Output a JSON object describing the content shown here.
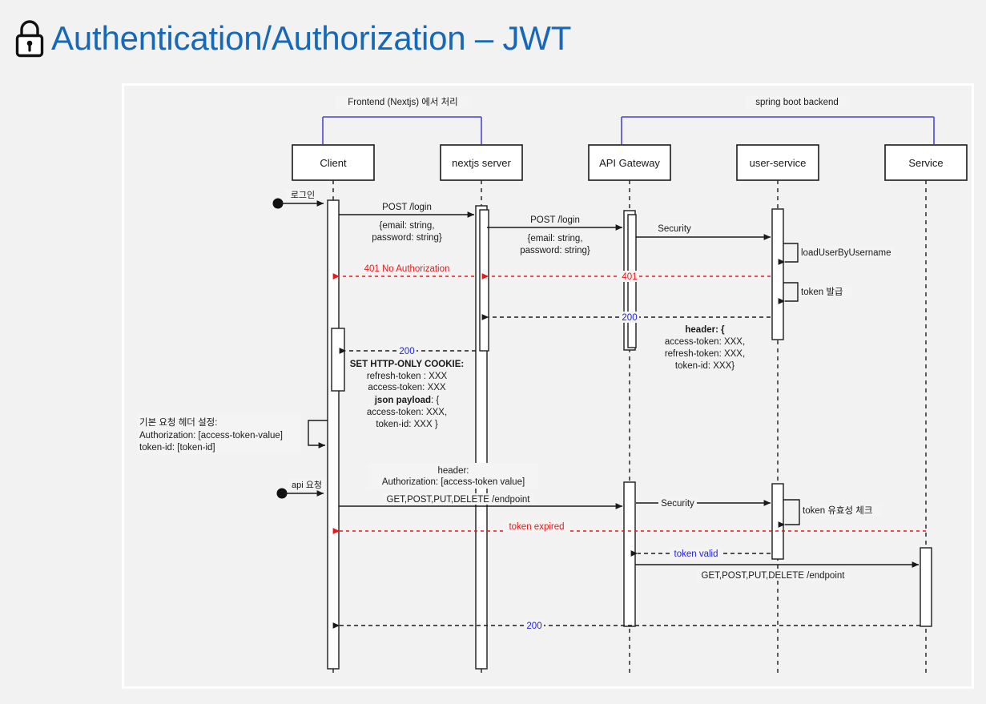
{
  "page": {
    "title": "Authentication/Authorization – JWT",
    "lock_icon": "lock-icon",
    "title_color": "#1668b8",
    "background": "#f2f2f2"
  },
  "diagram": {
    "type": "sequence-diagram",
    "groups": [
      {
        "label": "Frontend (Nextjs) 에서 처리",
        "color": "#5b5bdc"
      },
      {
        "label": "spring boot backend",
        "color": "#5b5bdc"
      }
    ],
    "participants": [
      {
        "name": "Client"
      },
      {
        "name": "nextjs server"
      },
      {
        "name": "API Gateway"
      },
      {
        "name": "user-service"
      },
      {
        "name": "Service"
      }
    ],
    "messages": [
      {
        "label": "로그인",
        "kind": "actor-start",
        "color": "#1a1a1a"
      },
      {
        "label": "POST /login",
        "kind": "sync",
        "color": "#1a1a1a"
      },
      {
        "label": "{email: string,",
        "kind": "note",
        "color": "#1a1a1a"
      },
      {
        "label": "password: string}",
        "kind": "note",
        "color": "#1a1a1a"
      },
      {
        "label": "POST /login",
        "kind": "sync",
        "color": "#1a1a1a"
      },
      {
        "label": "{email: string,",
        "kind": "note",
        "color": "#1a1a1a"
      },
      {
        "label": "password: string}",
        "kind": "note",
        "color": "#1a1a1a"
      },
      {
        "label": "Security",
        "kind": "sync",
        "color": "#1a1a1a"
      },
      {
        "label": "loadUserByUsername",
        "kind": "self",
        "color": "#1a1a1a"
      },
      {
        "label": "401 No Authorization",
        "kind": "return-error",
        "color": "#e8191b"
      },
      {
        "label": "401",
        "kind": "return-error",
        "color": "#e8191b"
      },
      {
        "label": "token 발급",
        "kind": "self",
        "color": "#1a1a1a"
      },
      {
        "label": "200",
        "kind": "return",
        "color": "#2222dd"
      },
      {
        "label": "header: {",
        "kind": "note-bold",
        "color": "#1a1a1a"
      },
      {
        "label": "access-token: XXX,",
        "kind": "note",
        "color": "#1a1a1a"
      },
      {
        "label": "refresh-token: XXX,",
        "kind": "note",
        "color": "#1a1a1a"
      },
      {
        "label": "token-id: XXX}",
        "kind": "note",
        "color": "#1a1a1a"
      },
      {
        "label": "200",
        "kind": "return",
        "color": "#2222dd"
      },
      {
        "label": "SET HTTP-ONLY COOKIE:",
        "kind": "note-bold",
        "color": "#1a1a1a"
      },
      {
        "label": "refresh-token : XXX",
        "kind": "note",
        "color": "#1a1a1a"
      },
      {
        "label": "access-token: XXX",
        "kind": "note",
        "color": "#1a1a1a"
      },
      {
        "label": "json payload: {",
        "kind": "note-bold",
        "color": "#1a1a1a"
      },
      {
        "label": "access-token: XXX,",
        "kind": "note",
        "color": "#1a1a1a"
      },
      {
        "label": "token-id: XXX }",
        "kind": "note",
        "color": "#1a1a1a"
      },
      {
        "label": "기본 요청 헤더 설정:",
        "kind": "note",
        "color": "#1a1a1a"
      },
      {
        "label": "Authorization:  [access-token-value]",
        "kind": "note",
        "color": "#1a1a1a"
      },
      {
        "label": "token-id: [token-id]",
        "kind": "note",
        "color": "#1a1a1a"
      },
      {
        "label": "api 요청",
        "kind": "actor-start",
        "color": "#1a1a1a"
      },
      {
        "label": "header:",
        "kind": "note",
        "color": "#1a1a1a"
      },
      {
        "label": "Authorization: [access-token value]",
        "kind": "note",
        "color": "#1a1a1a"
      },
      {
        "label": "GET,POST,PUT,DELETE /endpoint",
        "kind": "sync",
        "color": "#1a1a1a"
      },
      {
        "label": "Security",
        "kind": "sync",
        "color": "#1a1a1a"
      },
      {
        "label": "token 유효성 체크",
        "kind": "self",
        "color": "#1a1a1a"
      },
      {
        "label": "token expired",
        "kind": "return-error",
        "color": "#e8191b"
      },
      {
        "label": "token valid",
        "kind": "return",
        "color": "#2222dd"
      },
      {
        "label": "GET,POST,PUT,DELETE /endpoint",
        "kind": "sync",
        "color": "#1a1a1a"
      },
      {
        "label": "200",
        "kind": "return",
        "color": "#2222dd"
      }
    ]
  },
  "labels": {
    "group_frontend": "Frontend (Nextjs) 에서 처리",
    "group_backend": "spring boot backend",
    "p_client": "Client",
    "p_nextjs": "nextjs server",
    "p_gateway": "API Gateway",
    "p_userservice": "user-service",
    "p_service": "Service",
    "m_login_kr": "로그인",
    "m_post_login_1": "POST /login",
    "m_body_1a": "{email: string,",
    "m_body_1b": "password: string}",
    "m_post_login_2": "POST /login",
    "m_body_2a": "{email: string,",
    "m_body_2b": "password: string}",
    "m_security_1": "Security",
    "m_loaduser": "loadUserByUsername",
    "m_401_full": "401 No Authorization",
    "m_401": "401",
    "m_token_issue": "token 발급",
    "m_200_a": "200",
    "m_header_open": "header: {",
    "m_header_access": "access-token: XXX,",
    "m_header_refresh": "refresh-token: XXX,",
    "m_header_tokenid": "token-id: XXX}",
    "m_200_b": "200",
    "m_cookie_title": "SET HTTP-ONLY COOKIE:",
    "m_cookie_refresh": "refresh-token : XXX",
    "m_cookie_access": "access-token: XXX",
    "m_json_title": "json payload",
    "m_json_brace": ": {",
    "m_json_access": "access-token: XXX,",
    "m_json_tokenid": "token-id: XXX }",
    "n_default_title": "기본 요청 헤더 설정:",
    "n_default_auth": "Authorization:  [access-token-value]",
    "n_default_tokenid": "token-id: [token-id]",
    "m_api_req_kr": "api 요청",
    "m_header_label": "header:",
    "m_header_auth": "Authorization: [access-token value]",
    "m_endpoint_1": "GET,POST,PUT,DELETE /endpoint",
    "m_security_2": "Security",
    "m_token_check": "token 유효성 체크",
    "m_token_expired": "token expired",
    "m_token_valid": "token valid",
    "m_endpoint_2": "GET,POST,PUT,DELETE /endpoint",
    "m_200_c": "200"
  }
}
